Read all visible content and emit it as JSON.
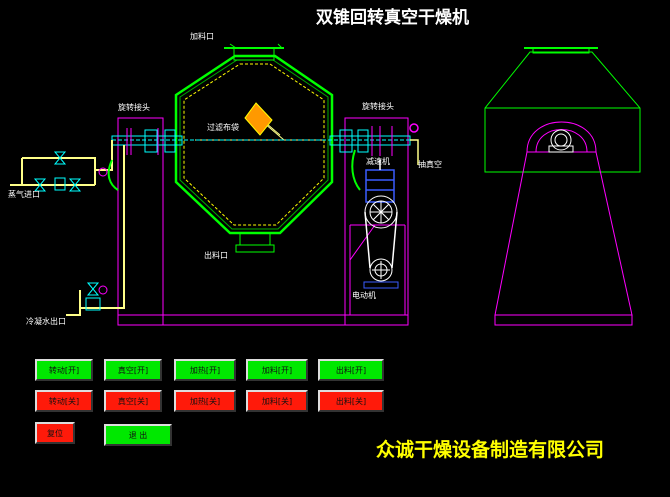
{
  "title": "双锥回转真空干燥机",
  "company": "众诚干燥设备制造有限公司",
  "labels": {
    "feed_port": "加料口",
    "filter_bag": "过滤布袋",
    "rotary_joint_left": "旋转接头",
    "rotary_joint_right": "旋转接头",
    "steam_inlet": "蒸气进口",
    "condensate_outlet": "冷凝水出口",
    "discharge_port": "出料口",
    "reducer": "减速机",
    "vacuum_extraction": "抽真空",
    "motor": "电动机"
  },
  "controls": {
    "rotate_on": "转动[开]",
    "vacuum_on": "真空[开]",
    "heat_on": "加热[开]",
    "feed_on": "加料[开]",
    "discharge_on": "出料[开]",
    "rotate_off": "转动[关]",
    "vacuum_off": "真空[关]",
    "heat_off": "加热[关]",
    "feed_off": "加料[关]",
    "discharge_off": "出料[关]",
    "clear": "复位",
    "exit": "退 出"
  },
  "colors": {
    "background": "#000000",
    "on_button": "#00e800",
    "off_button": "#ff1a0a",
    "company_text": "#ffff00",
    "frame": "#ff00ff",
    "vessel_outer": "#00ff00",
    "vessel_inner": "#ffff00",
    "pipe": "#ffff88",
    "shaft": "#00ffff",
    "drive": "#3a5cff"
  }
}
